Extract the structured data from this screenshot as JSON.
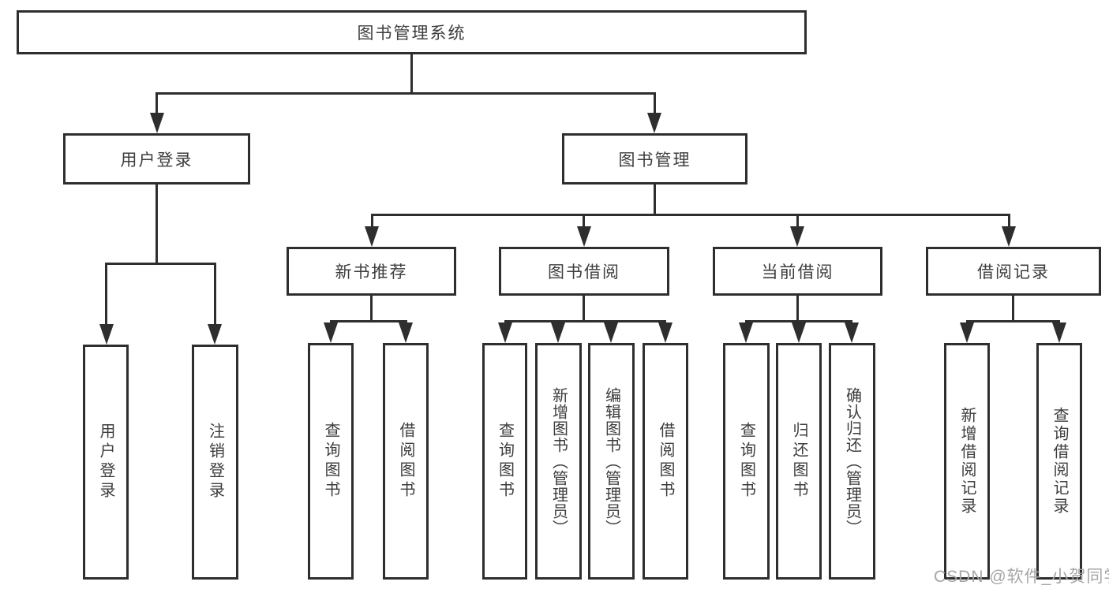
{
  "diagram": {
    "root": {
      "label": "图书管理系统",
      "children": [
        {
          "label": "用户登录",
          "children": [
            {
              "label": "用户登录"
            },
            {
              "label": "注销登录"
            }
          ]
        },
        {
          "label": "图书管理",
          "children": [
            {
              "label": "新书推荐",
              "children": [
                {
                  "label": "查询图书"
                },
                {
                  "label": "借阅图书"
                }
              ]
            },
            {
              "label": "图书借阅",
              "children": [
                {
                  "label": "查询图书"
                },
                {
                  "label": "新增图书（管理员）"
                },
                {
                  "label": "编辑图书（管理员）"
                },
                {
                  "label": "借阅图书"
                }
              ]
            },
            {
              "label": "当前借阅",
              "children": [
                {
                  "label": "查询图书"
                },
                {
                  "label": "归还图书"
                },
                {
                  "label": "确认归还（管理员）"
                }
              ]
            },
            {
              "label": "借阅记录",
              "children": [
                {
                  "label": "新增借阅记录"
                },
                {
                  "label": "查询借阅记录"
                }
              ]
            }
          ]
        }
      ]
    }
  },
  "watermark": {
    "text": "CSDN @软件_小贺同学"
  },
  "colors": {
    "line": "#2e2e2e",
    "text": "#3d3d3d",
    "watermark": "#a6a6a6",
    "background": "#ffffff"
  }
}
